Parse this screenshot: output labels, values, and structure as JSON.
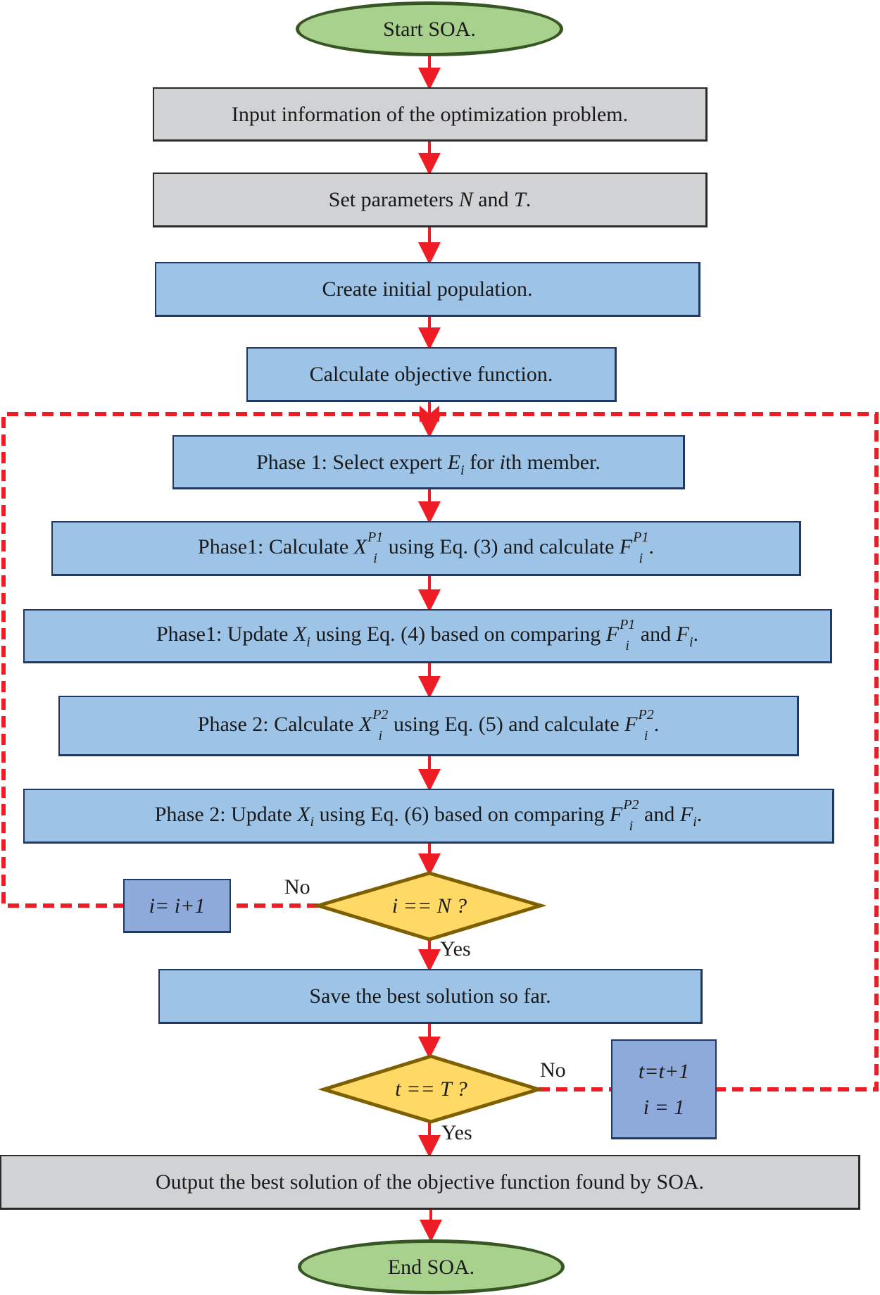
{
  "title": "SOA flowchart",
  "colors": {
    "arrow": "#ee1c25",
    "terminal_fill": "#a9d18e",
    "terminal_border": "#375623",
    "io_fill": "#d1d2d4",
    "process_fill": "#9dc3e6",
    "counter_fill": "#8eaadb",
    "decision_fill": "#ffd966",
    "decision_border": "#7f6000"
  },
  "nodes": {
    "start": "Start SOA.",
    "input": "Input information of the optimization problem.",
    "set_params": {
      "pre": "Set parameters ",
      "n": "N",
      "mid": " and ",
      "t": "T",
      "post": "."
    },
    "create_pop": "Create initial population.",
    "calc_obj": "Calculate objective function.",
    "phase1_select": {
      "pre": "Phase 1: Select expert ",
      "var": "E",
      "sub": "i",
      "mid": " for ",
      "ivar": "i",
      "post": "th member."
    },
    "phase1_calc": {
      "pre": "Phase1: Calculate ",
      "x": "X",
      "x_sub": "i",
      "x_sup": "P1",
      "mid": " using Eq. (3) and calculate ",
      "f": "F",
      "f_sub": "i",
      "f_sup": "P1",
      "post": "."
    },
    "phase1_update": {
      "pre": "Phase1: Update ",
      "x": "X",
      "x_sub": "i",
      "mid": " using Eq. (4) based on comparing ",
      "f": "F",
      "f_sub": "i",
      "f_sup": "P1",
      "and": " and ",
      "f2": "F",
      "f2_sub": "i",
      "post": "."
    },
    "phase2_calc": {
      "pre": "Phase 2: Calculate ",
      "x": "X",
      "x_sub": "i",
      "x_sup": "P2",
      "mid": " using Eq. (5) and calculate ",
      "f": "F",
      "f_sub": "i",
      "f_sup": "P2",
      "post": "."
    },
    "phase2_update": {
      "pre": "Phase 2: Update ",
      "x": "X",
      "x_sub": "i",
      "mid": " using Eq. (6) based on comparing ",
      "f": "F",
      "f_sub": "i",
      "f_sup": "P2",
      "and": " and ",
      "f2": "F",
      "f2_sub": "i",
      "post": "."
    },
    "decision_i": "i == N ?",
    "increment_i": "i= i+1",
    "save_best": "Save the best solution so far.",
    "decision_t": "t == T ?",
    "increment_t_line1": "t=t+1",
    "increment_t_line2": "i = 1",
    "output": "Output the best solution of the objective function found by SOA.",
    "end": "End SOA."
  },
  "edge_labels": {
    "i_no": "No",
    "i_yes": "Yes",
    "t_no": "No",
    "t_yes": "Yes"
  }
}
